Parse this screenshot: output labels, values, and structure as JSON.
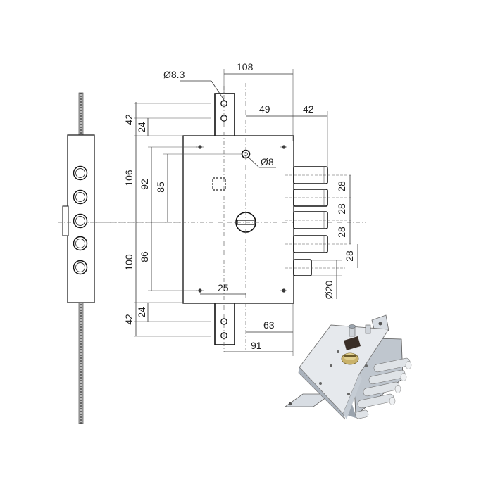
{
  "drawing": {
    "dimensions": {
      "d_8_3": "Ø8.3",
      "w_108": "108",
      "w_49": "49",
      "w_42_right": "42",
      "h_42_top": "42",
      "h_24_top": "24",
      "h_106": "106",
      "h_92": "92",
      "h_85": "85",
      "d_8": "Ø8",
      "b_28_1": "28",
      "b_28_2": "28",
      "b_28_3": "28",
      "b_28_4": "28",
      "h_100": "100",
      "h_86": "86",
      "w_25": "25",
      "d_20": "Ø20",
      "h_42_bottom": "42",
      "h_24_bottom": "24",
      "w_63": "63",
      "w_91": "91"
    }
  }
}
